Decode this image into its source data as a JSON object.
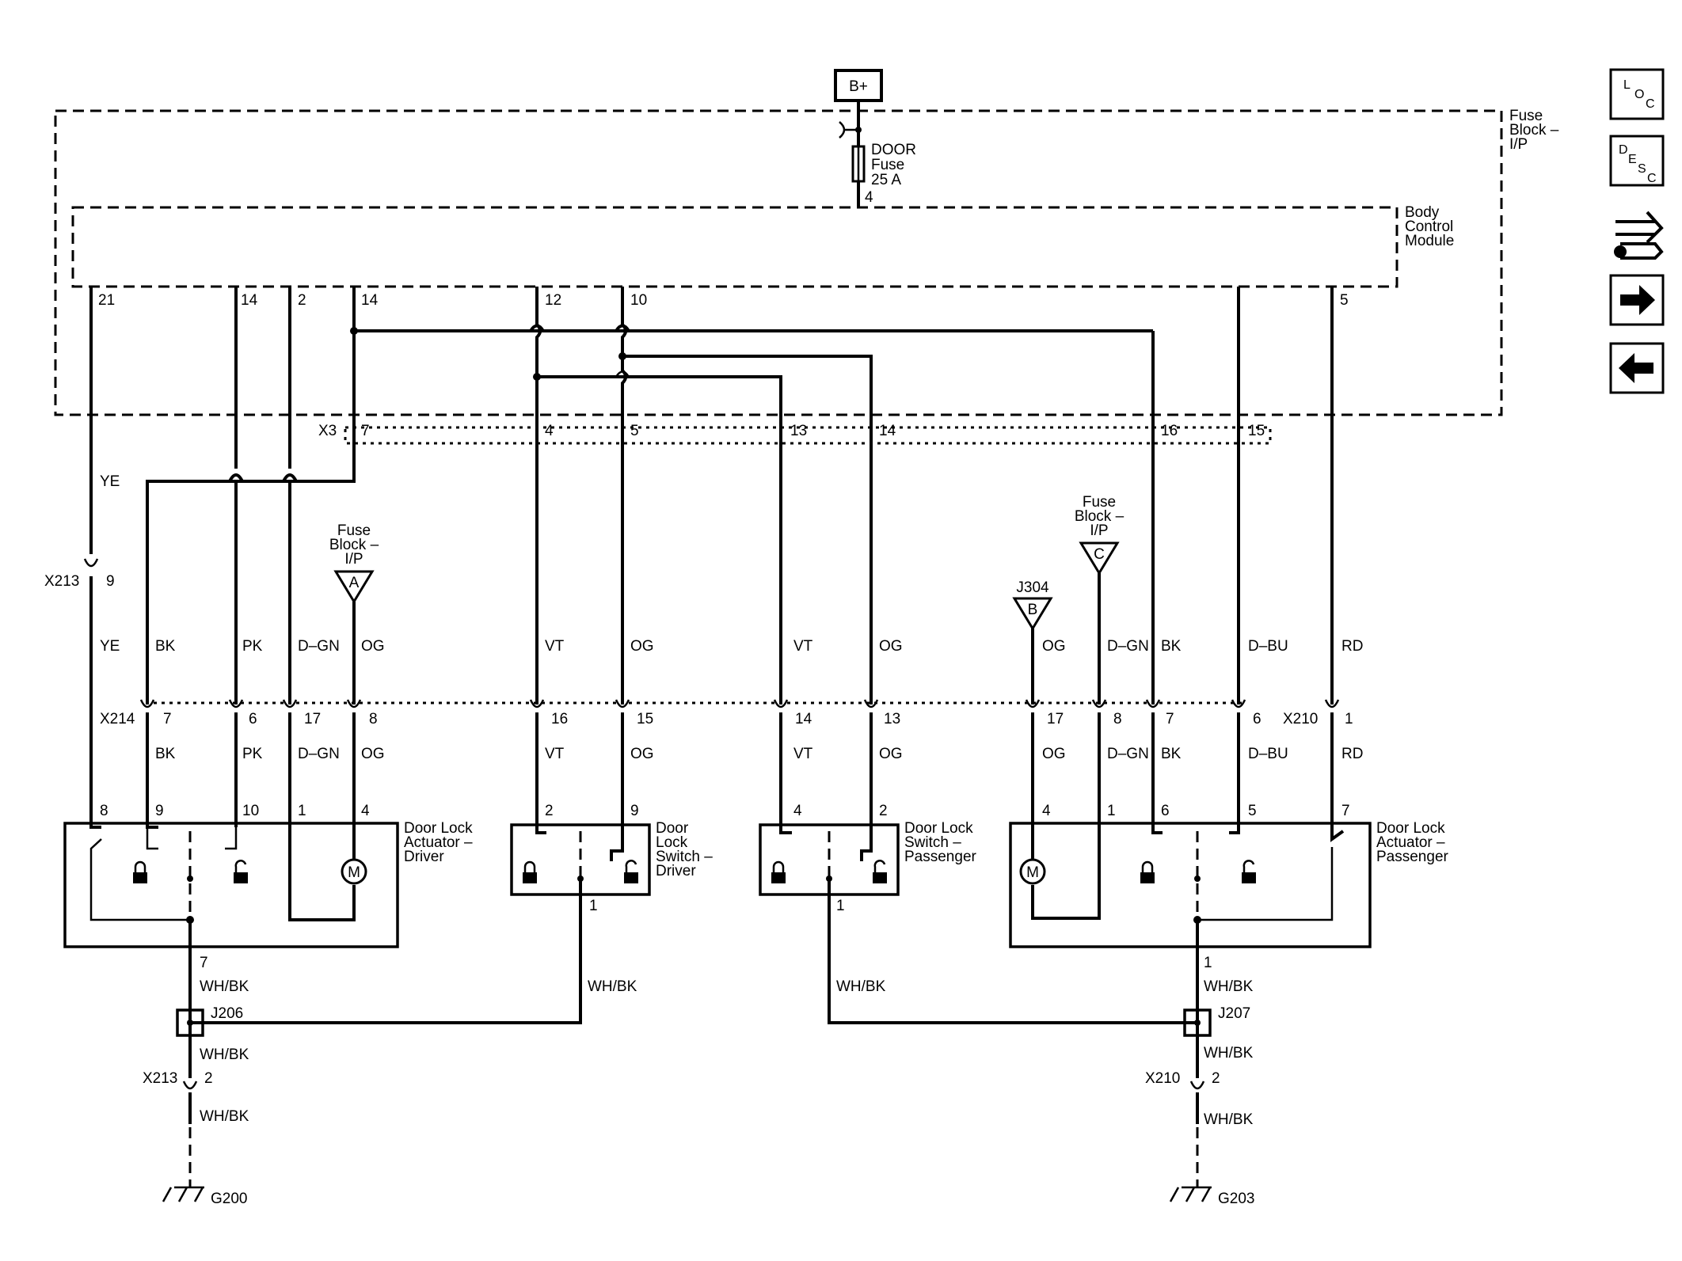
{
  "power": {
    "source": "B+"
  },
  "fuse": {
    "name": "DOOR",
    "type": "Fuse",
    "rating": "25 A",
    "out_pin": "4"
  },
  "fuse_block_label": [
    "Fuse",
    "Block –",
    "I/P"
  ],
  "bcm_label": [
    "Body",
    "Control",
    "Module"
  ],
  "bcm_pins": [
    "21",
    "14",
    "2",
    "14",
    "12",
    "10",
    "5"
  ],
  "x3": {
    "name": "X3",
    "pins": [
      "7",
      "4",
      "5",
      "13",
      "14",
      "16",
      "15"
    ]
  },
  "x213_top": {
    "name": "X213",
    "pin": "9"
  },
  "x214": {
    "name": "X214",
    "pins": [
      "7",
      "6",
      "17",
      "8",
      "16",
      "15",
      "14",
      "13",
      "17",
      "8",
      "7",
      "6"
    ]
  },
  "x210": {
    "name": "X210",
    "pin": "1"
  },
  "colors_upper": [
    "YE",
    "YE",
    "BK",
    "PK",
    "D–GN",
    "OG",
    "VT",
    "OG",
    "VT",
    "OG",
    "OG",
    "D–GN",
    "BK",
    "D–BU",
    "RD"
  ],
  "colors_lower": [
    "BK",
    "PK",
    "D–GN",
    "OG",
    "VT",
    "OG",
    "VT",
    "OG",
    "OG",
    "D–GN",
    "BK",
    "D–BU",
    "RD"
  ],
  "refs": {
    "fuse_a": {
      "label": [
        "Fuse",
        "Block –",
        "I/P"
      ],
      "letter": "A"
    },
    "fuse_c": {
      "label": [
        "Fuse",
        "Block –",
        "I/P"
      ],
      "letter": "C"
    },
    "j304": {
      "label": "J304",
      "letter": "B"
    }
  },
  "components": {
    "actuator_driver": {
      "label": [
        "Door Lock",
        "Actuator –",
        "Driver"
      ],
      "pins": [
        "8",
        "9",
        "10",
        "1",
        "4"
      ],
      "motor": "M"
    },
    "switch_driver": {
      "label": [
        "Door",
        "Lock",
        "Switch –",
        "Driver"
      ],
      "pins": [
        "2",
        "9",
        "1"
      ]
    },
    "switch_passenger": {
      "label": [
        "Door Lock",
        "Switch –",
        "Passenger"
      ],
      "pins": [
        "4",
        "2",
        "1"
      ]
    },
    "actuator_passenger": {
      "label": [
        "Door Lock",
        "Actuator –",
        "Passenger"
      ],
      "pins": [
        "4",
        "1",
        "6",
        "5",
        "7"
      ],
      "motor": "M"
    }
  },
  "grounds": {
    "left": {
      "out_pin": "7",
      "wire": "WH/BK",
      "splice": "J206",
      "conn": "X213",
      "conn_pin": "2",
      "ground": "G200"
    },
    "right": {
      "out_pin": "1",
      "wire": "WH/BK",
      "splice": "J207",
      "conn": "X210",
      "conn_pin": "2",
      "ground": "G203"
    }
  },
  "sidebar": {
    "loc": [
      "L",
      "O",
      "C"
    ],
    "desc": [
      "D",
      "E",
      "S",
      "C"
    ]
  }
}
